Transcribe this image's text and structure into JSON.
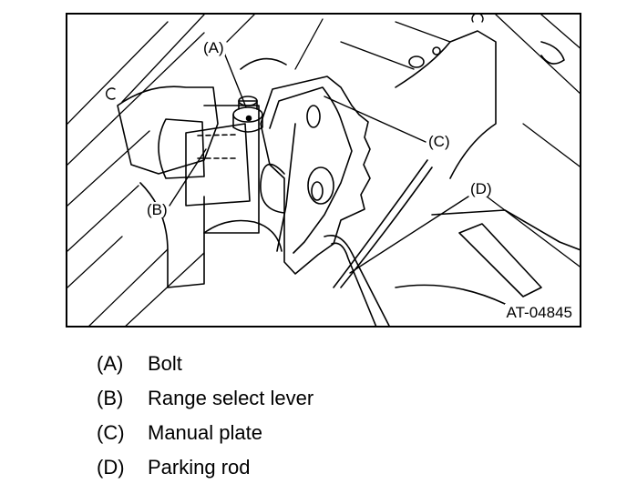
{
  "figure": {
    "code": "AT-04845",
    "callouts": {
      "a": "(A)",
      "b": "(B)",
      "c": "(C)",
      "d": "(D)"
    }
  },
  "legend": [
    {
      "key": "(A)",
      "label": "Bolt"
    },
    {
      "key": "(B)",
      "label": "Range select lever"
    },
    {
      "key": "(C)",
      "label": "Manual plate"
    },
    {
      "key": "(D)",
      "label": "Parking rod"
    }
  ]
}
